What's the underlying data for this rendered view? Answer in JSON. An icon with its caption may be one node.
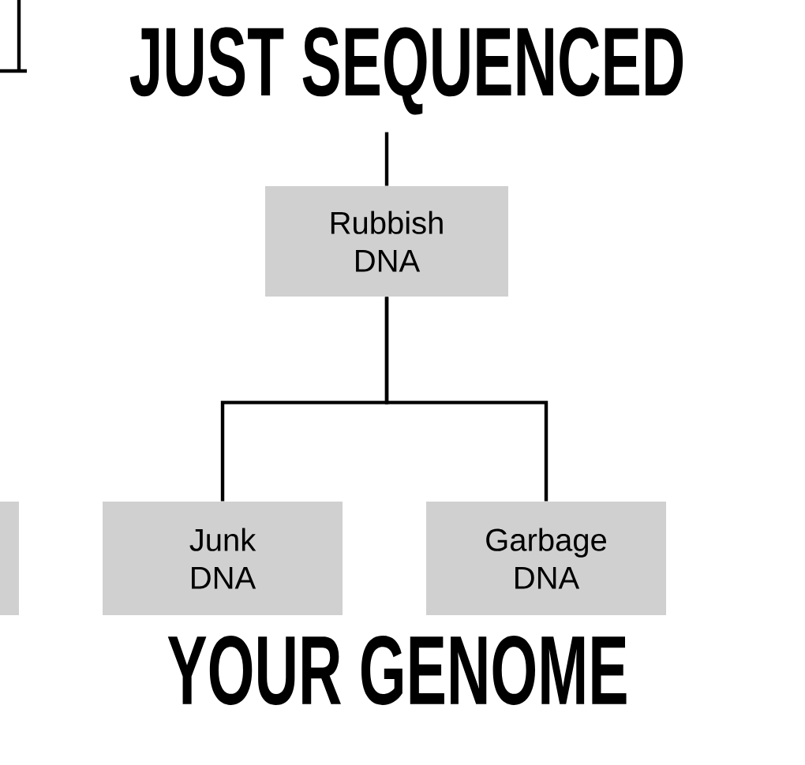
{
  "diagram": {
    "nodes": [
      {
        "text": [],
        "shape": "box"
      },
      {
        "text": [
          "Rubbish DNA"
        ]
      },
      {
        "text": [
          "Junk DNA"
        ]
      },
      {
        "text": [
          "Garbage DNA"
        ]
      }
    ],
    "edges": [
      {
        "from": null,
        "to": 1,
        "arrow": "none"
      },
      {
        "from": 1,
        "to": 2,
        "arrow": "none"
      },
      {
        "from": 1,
        "to": 3,
        "arrow": "none"
      }
    ],
    "labels": [
      "JUST SEQUENCED",
      "YOUR GENOME"
    ]
  }
}
